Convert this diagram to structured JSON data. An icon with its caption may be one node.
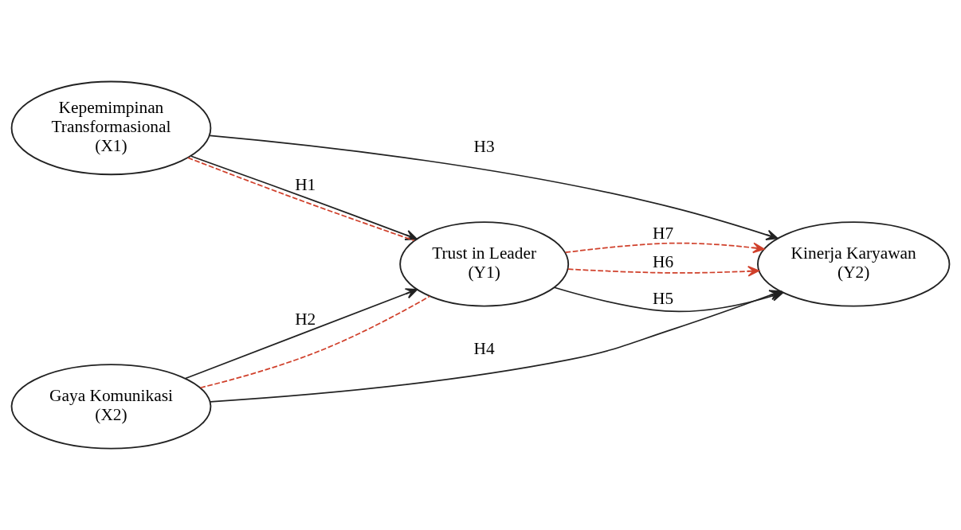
{
  "diagram": {
    "nodes": [
      {
        "text": [
          "Kepemimpinan Transformasional (X1)"
        ]
      },
      {
        "text": [
          "Trust in Leader (Y1)"
        ]
      },
      {
        "text": [
          "Kinerja Karyawan (Y2)"
        ]
      },
      {
        "text": [
          "Gaya Komunikasi (X2)"
        ]
      }
    ],
    "edges": [
      {
        "from": 0,
        "to": 2,
        "arrow": "to",
        "label": "H3"
      },
      {
        "from": 0,
        "to": 1,
        "arrow": "to",
        "label": "H1"
      },
      {
        "from": 0,
        "to": 1,
        "arrow": "none",
        "style": "dashed",
        "color": "#d0402b"
      },
      {
        "from": 1,
        "to": 2,
        "arrow": "to",
        "style": "dashed",
        "color": "#d0402b",
        "label": "H6"
      },
      {
        "from": 1,
        "to": 2,
        "arrow": "to",
        "label": "H5"
      },
      {
        "from": 1,
        "to": 2,
        "arrow": "to",
        "style": "dashed",
        "color": "#d0402b",
        "label": "H7"
      },
      {
        "from": 3,
        "to": 1,
        "arrow": "to",
        "label": "H2"
      },
      {
        "from": 3,
        "to": 1,
        "arrow": "none",
        "style": "dashed",
        "color": "#d0402b"
      },
      {
        "from": 3,
        "to": 2,
        "arrow": "to",
        "label": "H4"
      }
    ]
  }
}
